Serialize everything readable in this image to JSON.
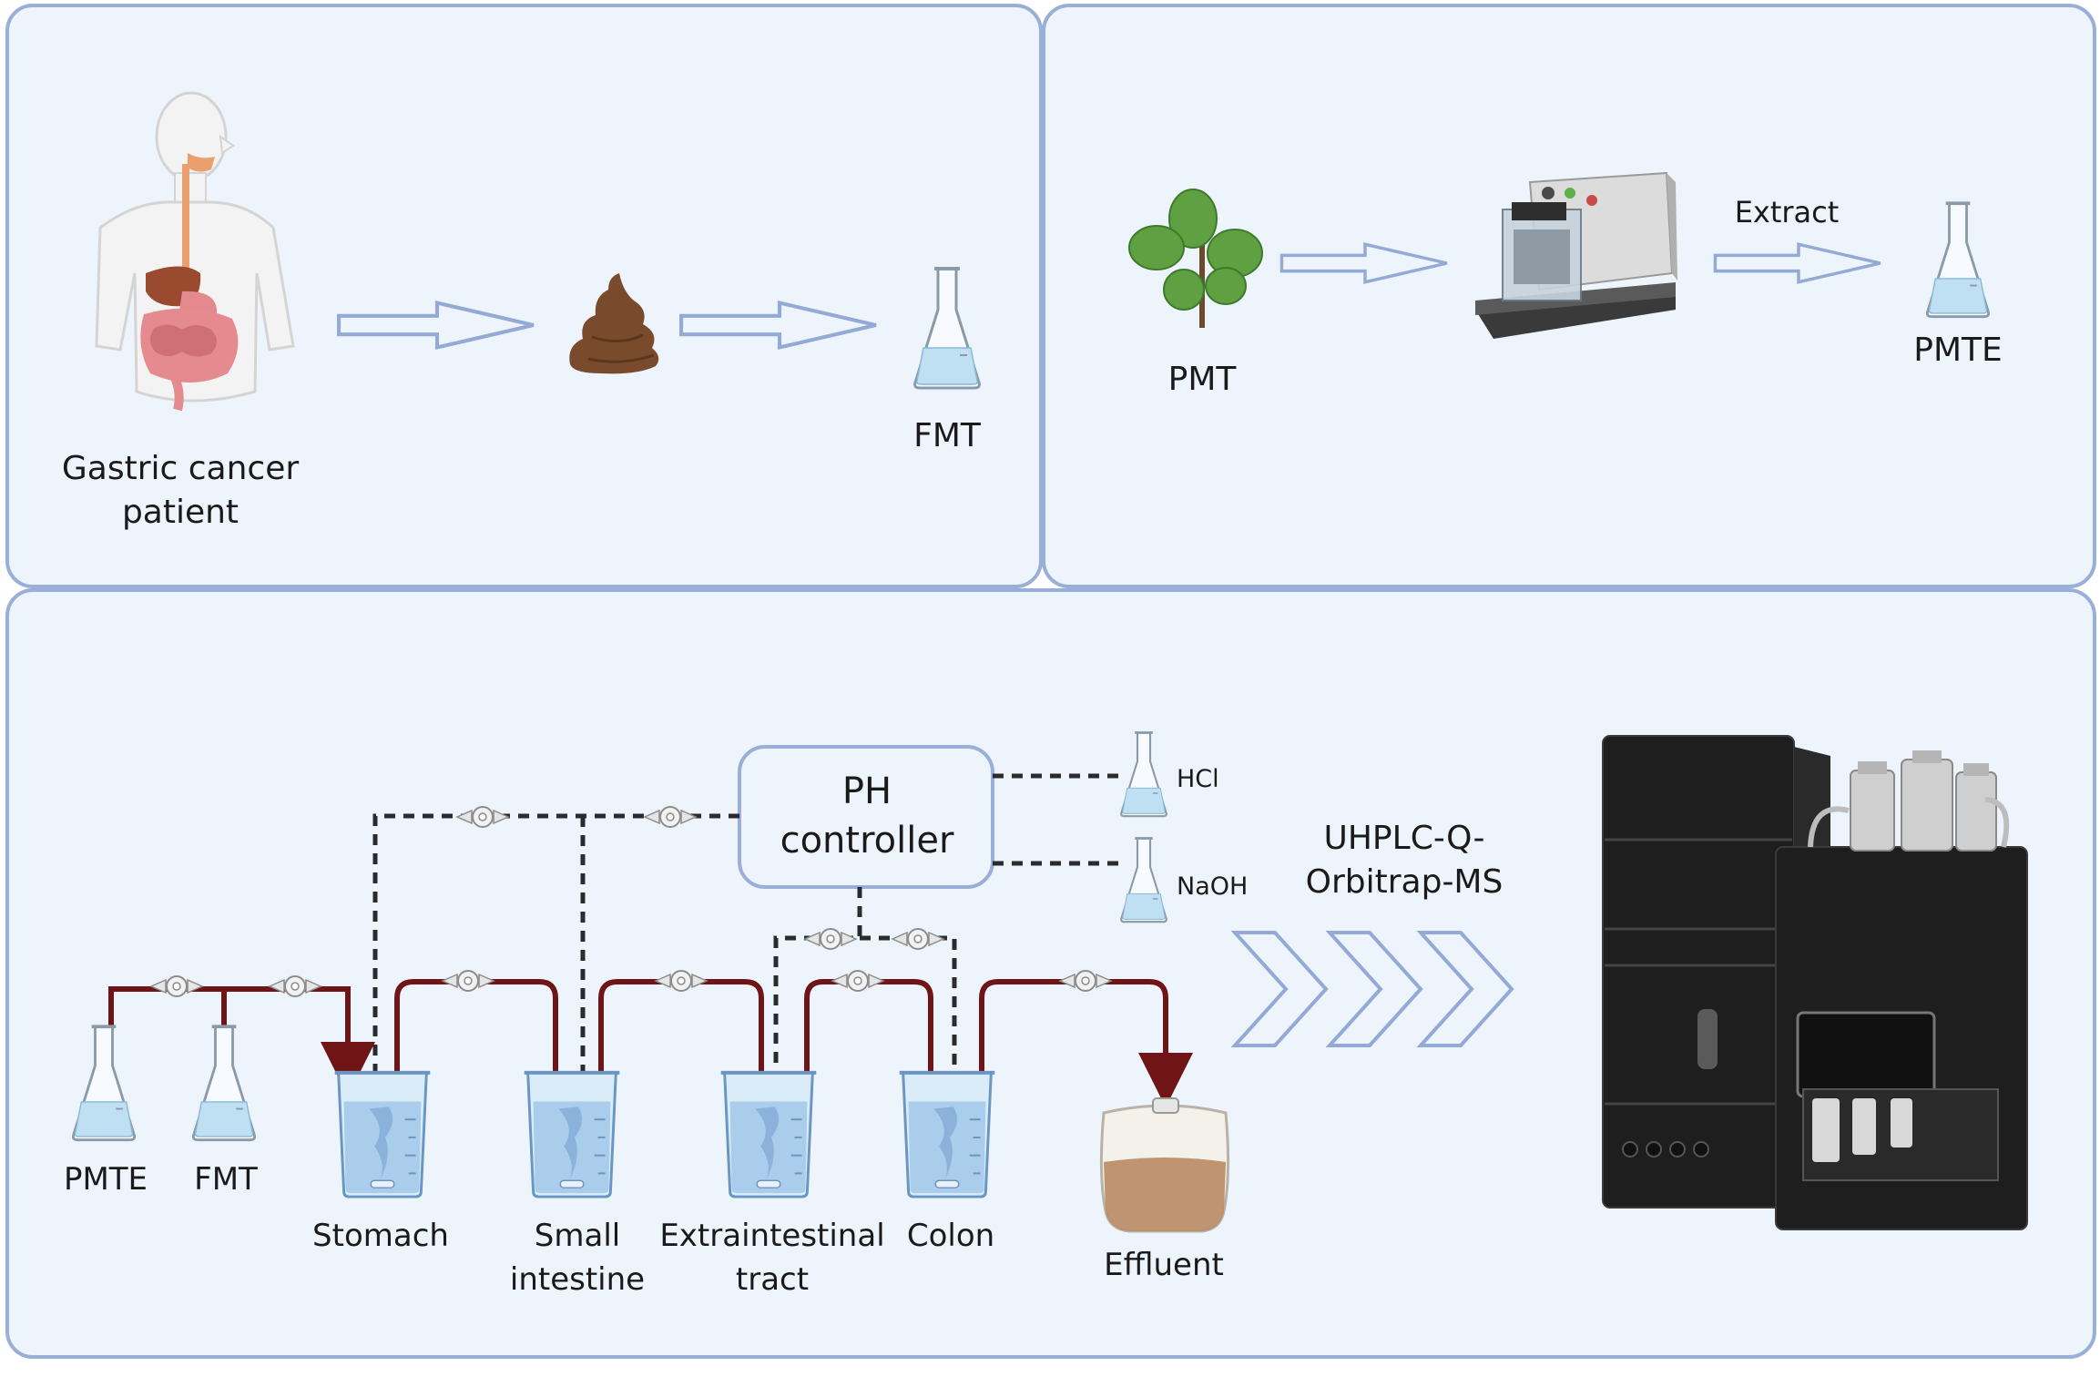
{
  "colors": {
    "panel_fill": "#eef4fc",
    "panel_border": "#9aafd8",
    "arrow_outline": "#93a9d6",
    "tube": "#6f1518",
    "dashed_line": "#2b2b2b",
    "liquid": "#bfe0f3",
    "feces": "#7a4a2c",
    "leaf": "#5fa043",
    "instrument": "#1e1e1e"
  },
  "panel_a": {
    "patient_label_line1": "Gastric cancer",
    "patient_label_line2": "patient",
    "fmt_label": "FMT"
  },
  "panel_b": {
    "pmt_label": "PMT",
    "extract_label": "Extract",
    "pmte_label": "PMTE"
  },
  "panel_c": {
    "ph_controller_line1": "PH",
    "ph_controller_line2": "controller",
    "hcl_label": "HCl",
    "naoh_label": "NaOH",
    "source_flask_1": "PMTE",
    "source_flask_2": "FMT",
    "vessel_1": "Stomach",
    "vessel_2_line1": "Small",
    "vessel_2_line2": "intestine",
    "vessel_3_line1": "Extraintestinal",
    "vessel_3_line2": "tract",
    "vessel_4": "Colon",
    "effluent_label": "Effluent",
    "instrument_line1": "UHPLC-Q-",
    "instrument_line2": "Orbitrap-MS"
  }
}
